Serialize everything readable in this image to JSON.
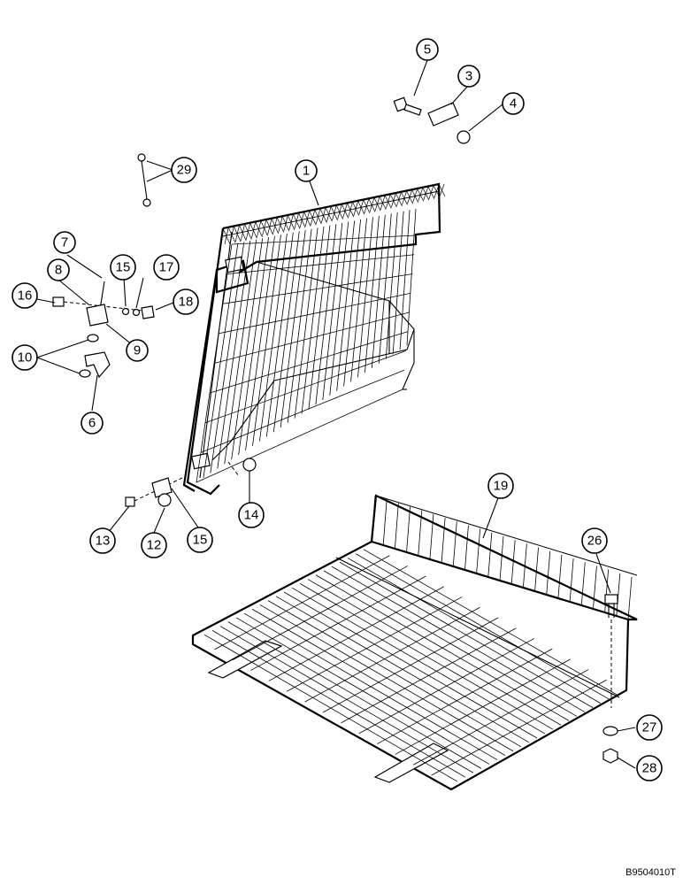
{
  "drawing_code": "B9504010T",
  "callouts": [
    {
      "id": "1",
      "label": "1"
    },
    {
      "id": "3",
      "label": "3"
    },
    {
      "id": "4",
      "label": "4"
    },
    {
      "id": "5",
      "label": "5"
    },
    {
      "id": "6",
      "label": "6"
    },
    {
      "id": "7",
      "label": "7"
    },
    {
      "id": "8",
      "label": "8"
    },
    {
      "id": "9",
      "label": "9"
    },
    {
      "id": "10",
      "label": "10"
    },
    {
      "id": "12",
      "label": "12"
    },
    {
      "id": "13",
      "label": "13"
    },
    {
      "id": "14",
      "label": "14"
    },
    {
      "id": "15a",
      "label": "15"
    },
    {
      "id": "15b",
      "label": "15"
    },
    {
      "id": "16",
      "label": "16"
    },
    {
      "id": "17",
      "label": "17"
    },
    {
      "id": "18",
      "label": "18"
    },
    {
      "id": "19",
      "label": "19"
    },
    {
      "id": "26",
      "label": "26"
    },
    {
      "id": "27",
      "label": "27"
    },
    {
      "id": "28",
      "label": "28"
    },
    {
      "id": "29",
      "label": "29"
    }
  ]
}
